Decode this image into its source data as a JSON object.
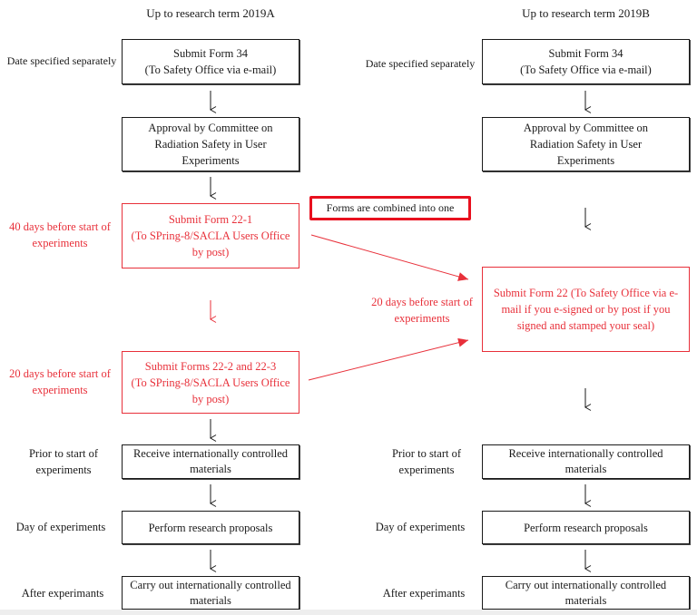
{
  "colors": {
    "accent_red": "#e8303a",
    "note_border": "#e8101e",
    "ink": "#1a1a1a"
  },
  "left": {
    "title": "Up to research term 2019A",
    "steps": [
      {
        "timing": "Date specified separately",
        "text": "Submit Form 34\n(To Safety Office via e-mail)",
        "highlight": false
      },
      {
        "timing": "",
        "text": "Approval by Committee on Radiation Safety in User Experiments",
        "highlight": false
      },
      {
        "timing": "40 days before start of experiments",
        "text": "Submit Form 22-1\n(To SPring-8/SACLA Users Office by post)",
        "highlight": true
      },
      {
        "timing": "20 days before start of experiments",
        "text": "Submit Forms 22-2 and 22-3\n(To SPring-8/SACLA Users Office by post)",
        "highlight": true
      },
      {
        "timing": "Prior to start of experiments",
        "text": "Receive internationally controlled materials",
        "highlight": false
      },
      {
        "timing": "Day of experiments",
        "text": "Perform research proposals",
        "highlight": false
      },
      {
        "timing": "After experimants",
        "text": "Carry out internationally controlled materials",
        "highlight": false
      }
    ]
  },
  "right": {
    "title": "Up to research term 2019B",
    "steps": [
      {
        "timing": "Date specified separately",
        "text": "Submit Form 34\n(To Safety Office via e-mail)",
        "highlight": false
      },
      {
        "timing": "",
        "text": "Approval by Committee on Radiation Safety in User Experiments",
        "highlight": false
      },
      {
        "timing": "20 days before start of experiments",
        "text": "Submit Form 22 (To Safety Office via e-mail if you e-signed or by post if you signed and stamped your seal)",
        "highlight": true
      },
      {
        "timing": "Prior to start of experiments",
        "text": "Receive internationally controlled materials",
        "highlight": false
      },
      {
        "timing": "Day of experiments",
        "text": "Perform research proposals",
        "highlight": false
      },
      {
        "timing": "After experimants",
        "text": "Carry out internationally controlled materials",
        "highlight": false
      }
    ]
  },
  "note": {
    "text": "Forms are combined into one"
  }
}
